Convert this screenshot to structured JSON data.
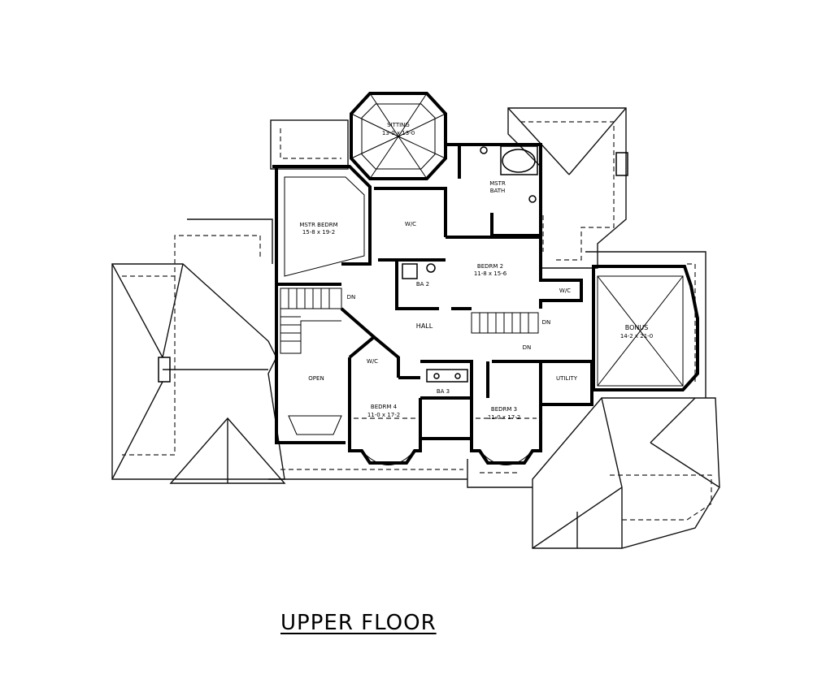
{
  "title": "UPPER FLOOR",
  "rooms": {
    "sitting": {
      "name": "SITTING",
      "dims": "13-0 x 13-0"
    },
    "mstr_bath": {
      "name": "MSTR",
      "name2": "BATH"
    },
    "mstr_bedrm": {
      "name": "MSTR BEDRM",
      "dims": "15-8 x 19-2"
    },
    "wic_master": {
      "name": "W/C"
    },
    "bedrm2": {
      "name": "BEDRM 2",
      "dims": "11-8 x 15-6"
    },
    "ba2": {
      "name": "BA 2"
    },
    "wic2": {
      "name": "W/C"
    },
    "bonus": {
      "name": "BONUS",
      "dims": "14-2 x 21-0"
    },
    "hall": {
      "name": "HALL"
    },
    "open": {
      "name": "OPEN"
    },
    "wic4": {
      "name": "W/C"
    },
    "bedrm4": {
      "name": "BEDRM 4",
      "dims": "11-0 x 17-2"
    },
    "ba3": {
      "name": "BA 3"
    },
    "bedrm3": {
      "name": "BEDRM 3",
      "dims": "11-0 x 17-2"
    },
    "utility": {
      "name": "UTILITY"
    }
  },
  "stair_labels": {
    "dn1": "DN",
    "dn2": "DN",
    "dn3": "DN"
  }
}
